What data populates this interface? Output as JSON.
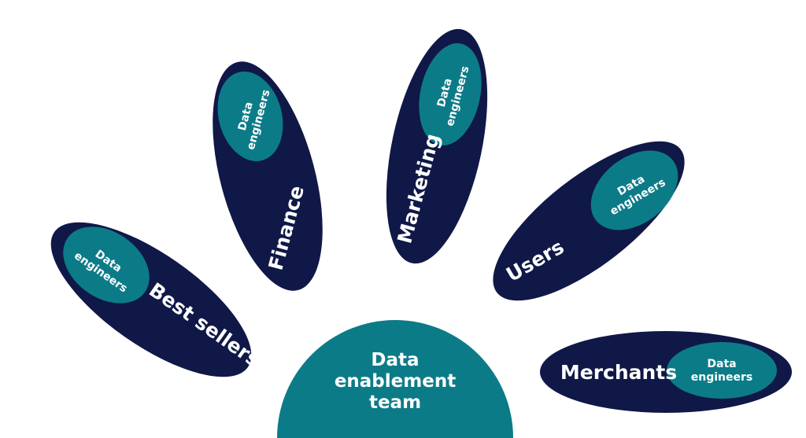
{
  "hub": {
    "lines": [
      "Data",
      "enablement",
      "team"
    ]
  },
  "groups": [
    {
      "id": "best-sellers",
      "label": "Best sellers",
      "inner": [
        "Data",
        "engineers"
      ]
    },
    {
      "id": "finance",
      "label": "Finance",
      "inner": [
        "Data",
        "engineers"
      ]
    },
    {
      "id": "marketing",
      "label": "Marketing",
      "inner": [
        "Data",
        "engineers"
      ]
    },
    {
      "id": "users",
      "label": "Users",
      "inner": [
        "Data",
        "engineers"
      ]
    },
    {
      "id": "merchants",
      "label": "Merchants",
      "inner": [
        "Data",
        "engineers"
      ]
    }
  ]
}
